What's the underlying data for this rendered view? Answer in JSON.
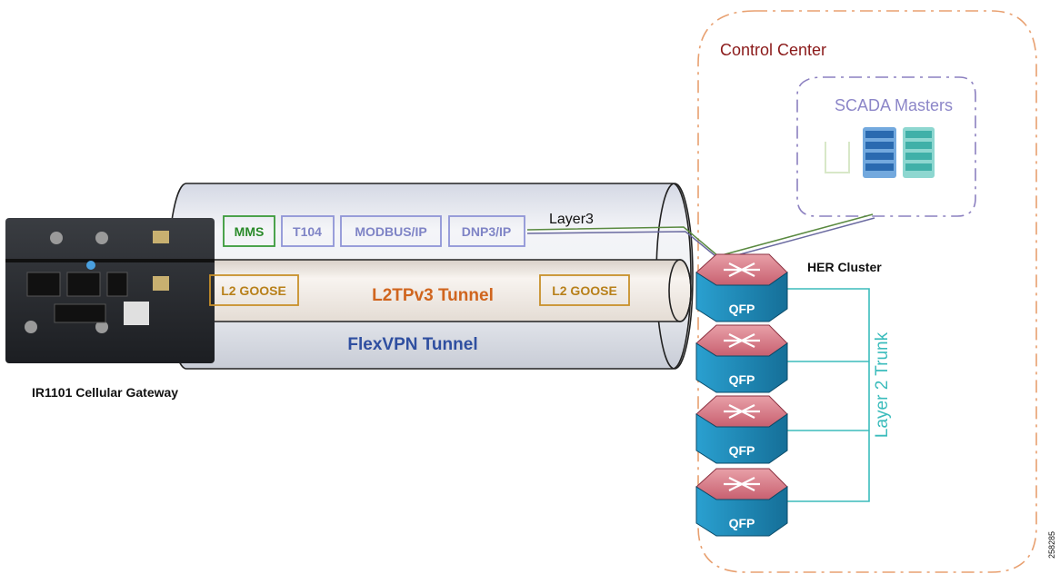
{
  "control_center": {
    "label": "Control Center"
  },
  "scada": {
    "label": "SCADA Masters"
  },
  "her_cluster": {
    "label": "HER Cluster"
  },
  "router_labels": [
    "QFP",
    "QFP",
    "QFP",
    "QFP"
  ],
  "layer2_trunk": {
    "label": "Layer 2 Trunk"
  },
  "layer3": {
    "label": "Layer3"
  },
  "protocols": {
    "mms": "MMS",
    "t104": "T104",
    "modbus": "MODBUS/IP",
    "dnp3": "DNP3/IP"
  },
  "l2tpv3": {
    "label": "L2TPv3 Tunnel",
    "goose_left": "L2 GOOSE",
    "goose_right": "L2 GOOSE"
  },
  "flexvpn": {
    "label": "FlexVPN Tunnel"
  },
  "gateway": {
    "label": "IR1101 Cellular Gateway"
  },
  "figure_id": "258285",
  "colors": {
    "control_center_border": "#e8a070",
    "control_center_text": "#8b1a1a",
    "scada_border": "#8c80c0",
    "scada_text": "#8c86c8",
    "protocol_border": "#8f94d6",
    "mms_border": "#3a9a3a",
    "goose_border": "#c8902a",
    "l2tp_text": "#d0651e",
    "flexvpn_text": "#2f4fa0",
    "trunk": "#3bbcbc",
    "layer3_line": "#5a8a40",
    "router_top": "#d07080",
    "router_side": "#1a8ab8"
  }
}
